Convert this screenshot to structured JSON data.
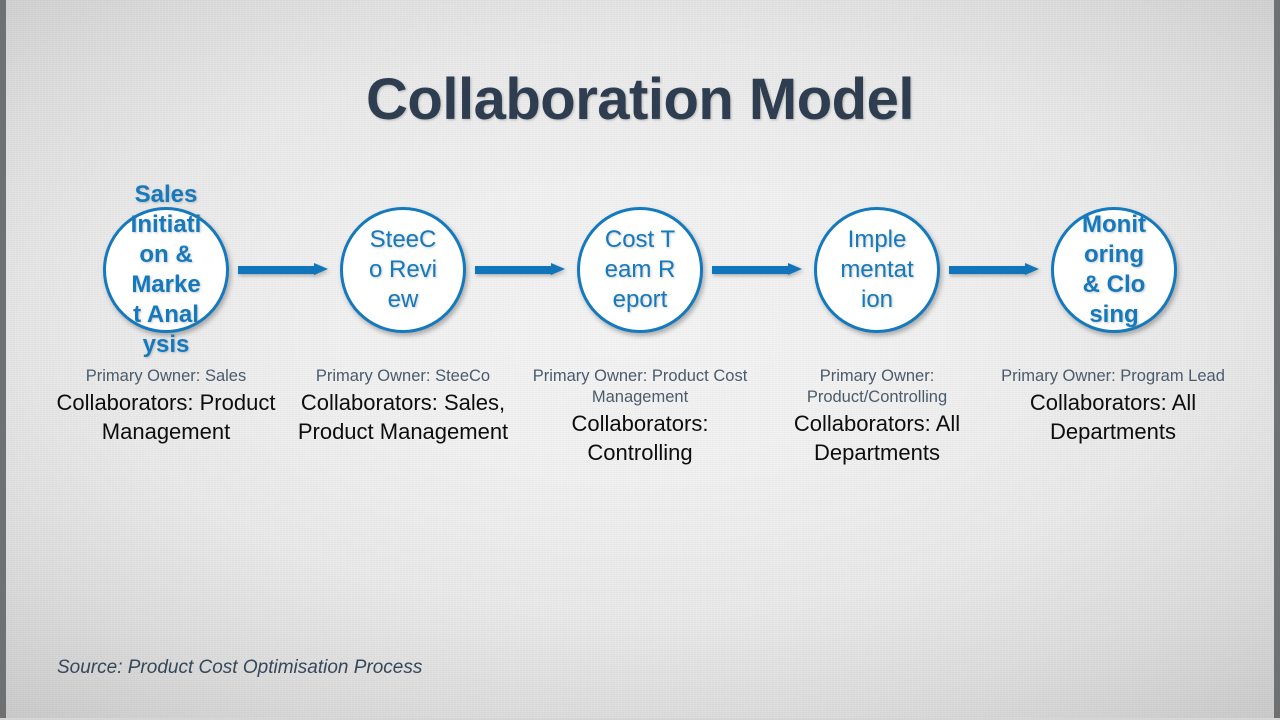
{
  "slide": {
    "title": "Collaboration Model",
    "source": "Source: Product Cost Optimisation Process",
    "accent_blue": "#1479bd",
    "arrow_blue": "#1175bc",
    "title_color": "#2e3d50",
    "owner_color": "#4b5b6b",
    "collaborators_color": "#0d0d0d",
    "background": "light-gray-radial-gradient"
  },
  "flow": {
    "arrow_icon_name": "arrow-right-icon",
    "steps": [
      {
        "id": "step-1",
        "circle_label": "Sales Initiation & Market Analysis",
        "bold": true,
        "owner": "Primary Owner: Sales",
        "collaborators": "Collaborators: Product Management"
      },
      {
        "id": "step-2",
        "circle_label": "SteeCo Review",
        "bold": false,
        "owner": "Primary Owner: SteeCo",
        "collaborators": "Collaborators: Sales, Product Management"
      },
      {
        "id": "step-3",
        "circle_label": "Cost Team Report",
        "bold": false,
        "owner": "Primary Owner: Product Cost Management",
        "collaborators": "Collaborators: Controlling"
      },
      {
        "id": "step-4",
        "circle_label": "Implementation",
        "bold": false,
        "owner": "Primary Owner: Product/Controlling",
        "collaborators": "Collaborators: All Departments"
      },
      {
        "id": "step-5",
        "circle_label": "Monitoring & Closing",
        "bold": true,
        "owner": "Primary Owner: Program Lead",
        "collaborators": "Collaborators: All Departments"
      }
    ]
  }
}
